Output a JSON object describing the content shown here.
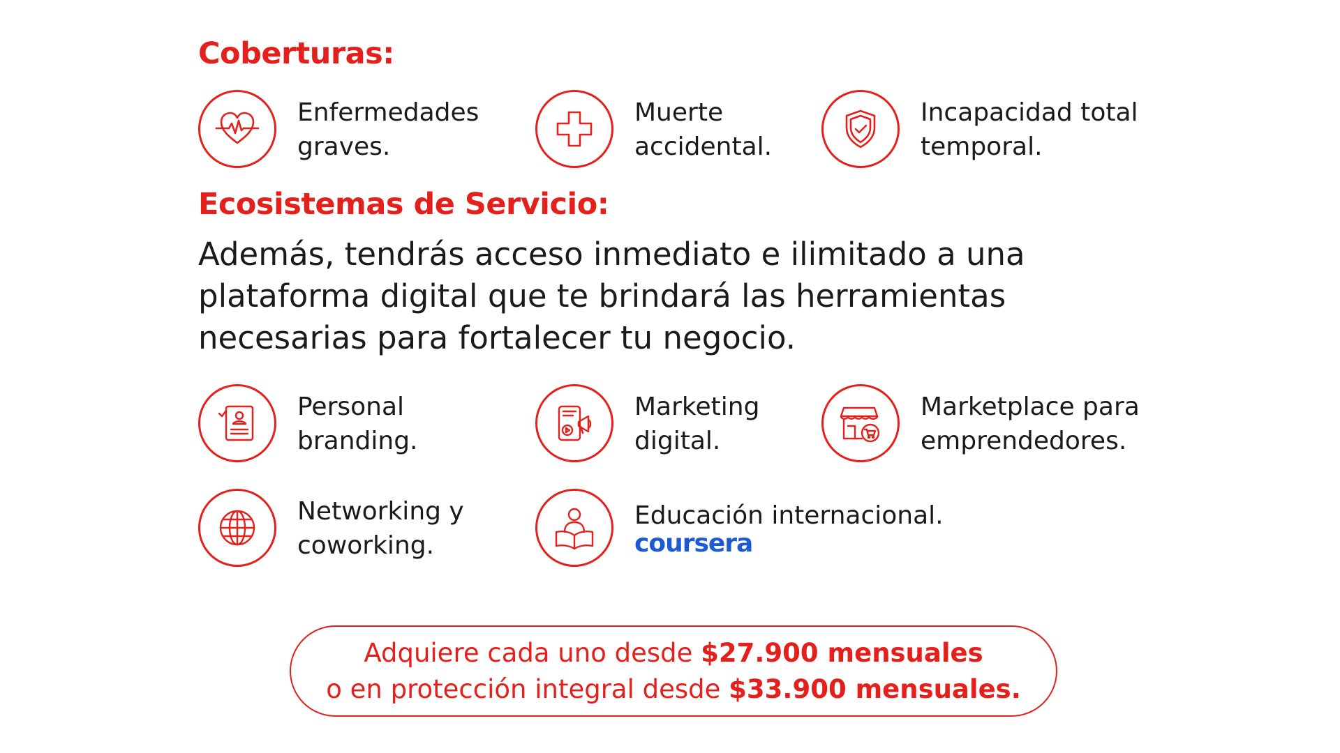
{
  "coverage": {
    "title": "Coberturas:",
    "items": [
      {
        "icon": "heart-pulse-icon",
        "line1": "Enfermedades",
        "line2": "graves."
      },
      {
        "icon": "medical-cross-icon",
        "line1": "Muerte",
        "line2": "accidental."
      },
      {
        "icon": "shield-check-icon",
        "line1": "Incapacidad total",
        "line2": "temporal."
      }
    ]
  },
  "ecosystem": {
    "title": "Ecosistemas de Servicio:",
    "intro": "Además, tendrás acceso inmediato e ilimitado a una plataforma digital que te brindará las herramientas necesarias para fortalecer tu negocio.",
    "items": [
      {
        "icon": "personal-profile-icon",
        "line1": "Personal",
        "line2": "branding."
      },
      {
        "icon": "marketing-megaphone-icon",
        "line1": "Marketing",
        "line2": "digital."
      },
      {
        "icon": "storefront-cart-icon",
        "line1": "Marketplace para",
        "line2": "emprendedores."
      },
      {
        "icon": "globe-icon",
        "line1": "Networking y",
        "line2": "coworking."
      },
      {
        "icon": "reader-book-icon",
        "line1": "Educación internacional.",
        "brand": "coursera"
      }
    ]
  },
  "pricing": {
    "line1_prefix": "Adquiere cada uno desde ",
    "line1_amount": "$27.900 mensuales",
    "line2_prefix": "o en protección integral desde ",
    "line2_amount": "$33.900 mensuales."
  },
  "colors": {
    "accent": "#e3201b",
    "text": "#1a1a1a",
    "coursera": "#1d5bd6"
  }
}
